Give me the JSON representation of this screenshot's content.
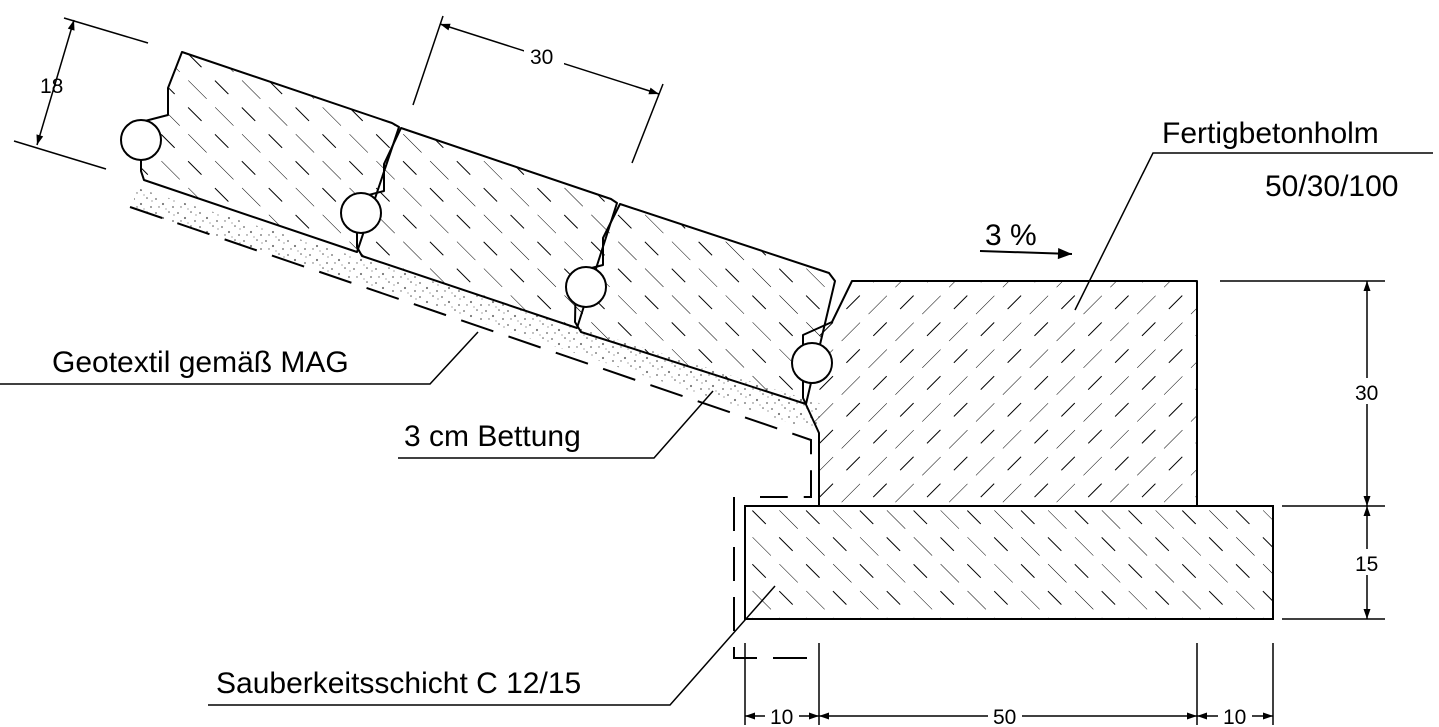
{
  "labels": {
    "holm_title": "Fertigbetonholm",
    "holm_size": "50/30/100",
    "slope": "3 %",
    "geotextil": "Geotextil gemäß MAG",
    "bettung": "3 cm Bettung",
    "sauberkeit": "Sauberkeitsschicht C 12/15"
  },
  "dimensions": {
    "stone_thickness": "18",
    "stone_length": "30",
    "holm_height": "30",
    "base_height": "15",
    "left_offset": "10",
    "holm_width": "50",
    "right_offset": "10"
  }
}
